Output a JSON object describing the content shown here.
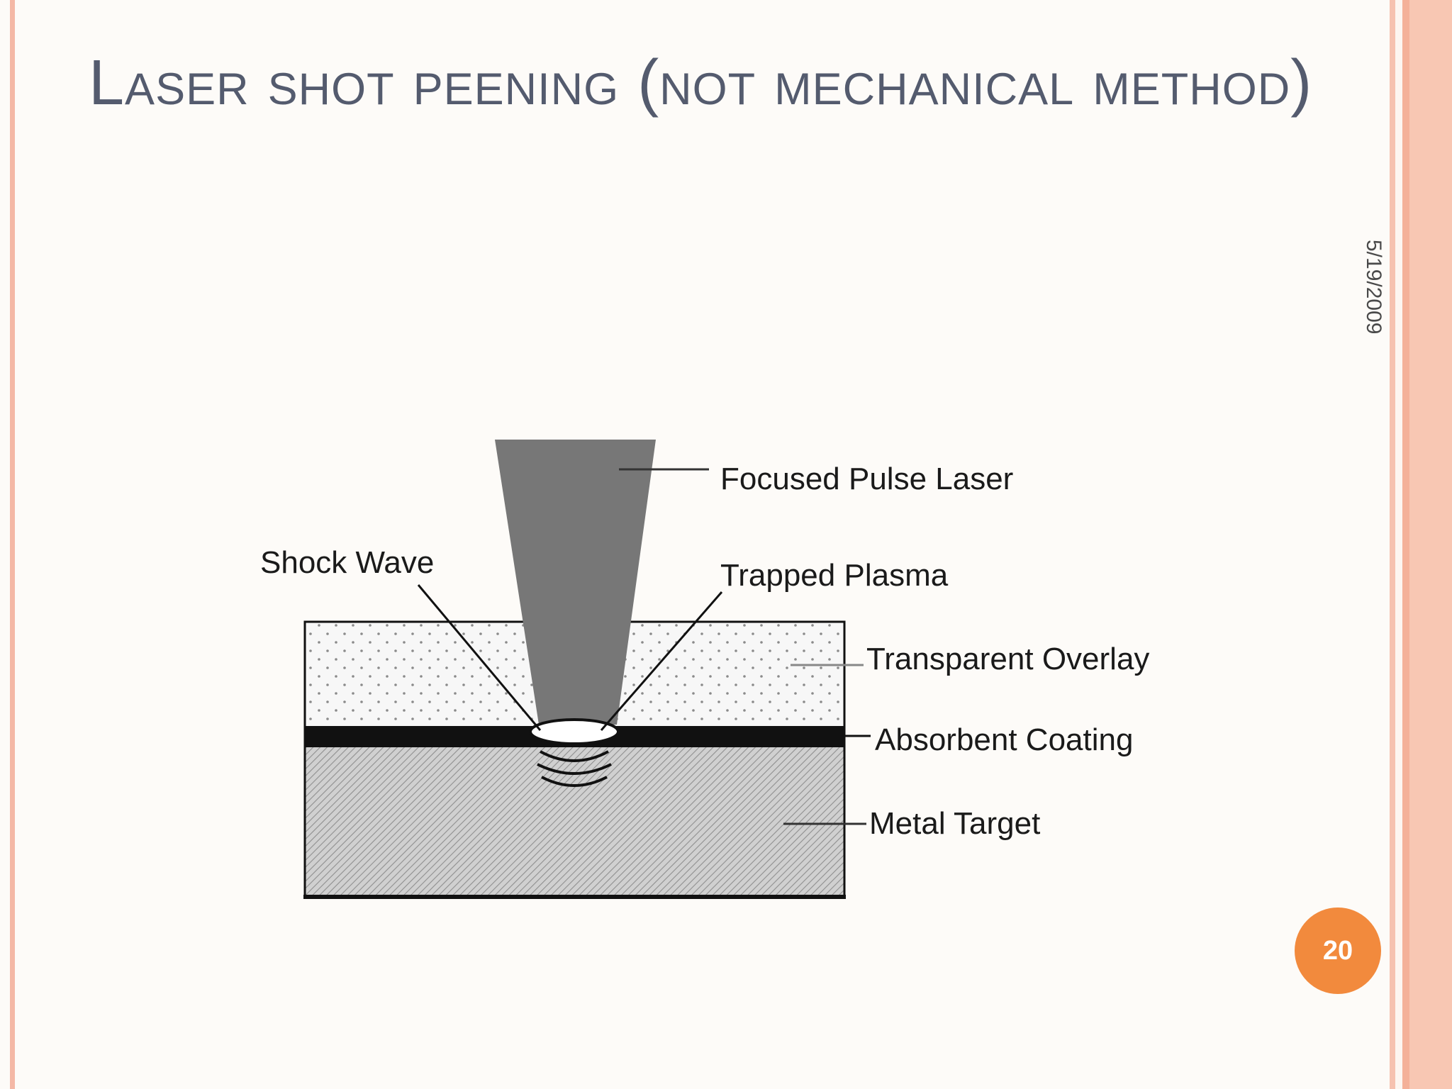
{
  "slide": {
    "title": "Laser shot peening (not mechanical method)",
    "date": "5/19/2009",
    "page_number": "20"
  },
  "diagram": {
    "labels": {
      "focused_pulse_laser": "Focused Pulse Laser",
      "shock_wave": "Shock Wave",
      "trapped_plasma": "Trapped Plasma",
      "transparent_overlay": "Transparent Overlay",
      "absorbent_coating": "Absorbent Coating",
      "metal_target": "Metal Target"
    },
    "colors": {
      "laser_beam": "#777777",
      "coating": "#111111",
      "metal": "#d0d0d0",
      "overlay": "#f7f7f7"
    }
  },
  "theme": {
    "accent": "#f28a3d",
    "frame": "#f4b8a6",
    "title_color": "#545b6e"
  }
}
